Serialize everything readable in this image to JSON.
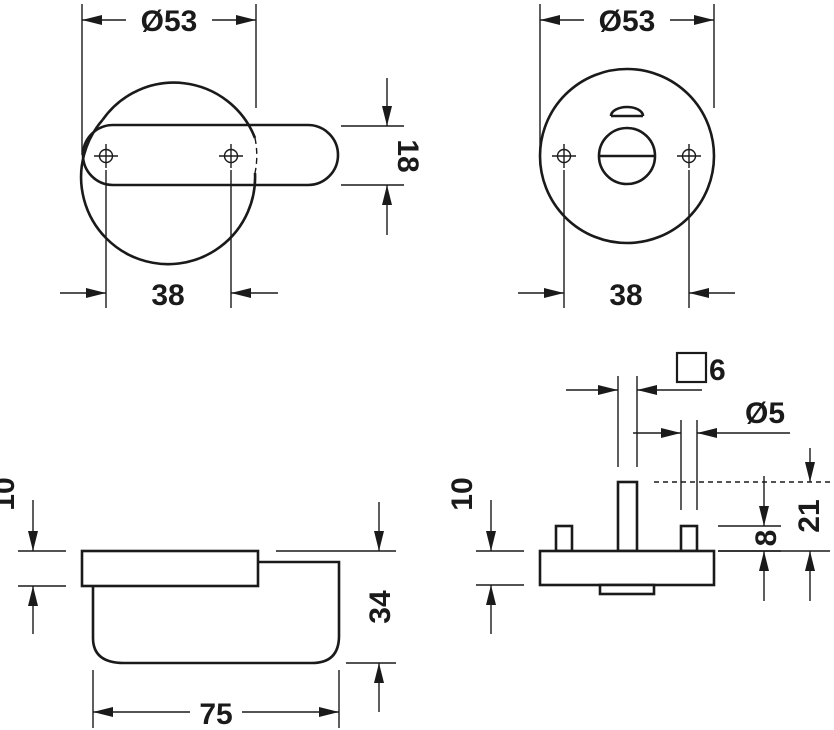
{
  "colors": {
    "ink": "#1a1a1a",
    "background": "#ffffff"
  },
  "views": {
    "lever_front": {
      "diameter_label": "Ø53",
      "hole_spacing_label": "38",
      "lever_width_label": "18"
    },
    "escutcheon_front": {
      "diameter_label": "Ø53",
      "hole_spacing_label": "38"
    },
    "lever_side": {
      "rose_thickness_label": "10",
      "height_label": "34",
      "length_label": "75"
    },
    "escutcheon_side": {
      "square_spindle_label": "6",
      "pin_diameter_label": "Ø5",
      "rose_thickness_label": "10",
      "pin_height_label": "8",
      "spindle_height_label": "21"
    }
  }
}
